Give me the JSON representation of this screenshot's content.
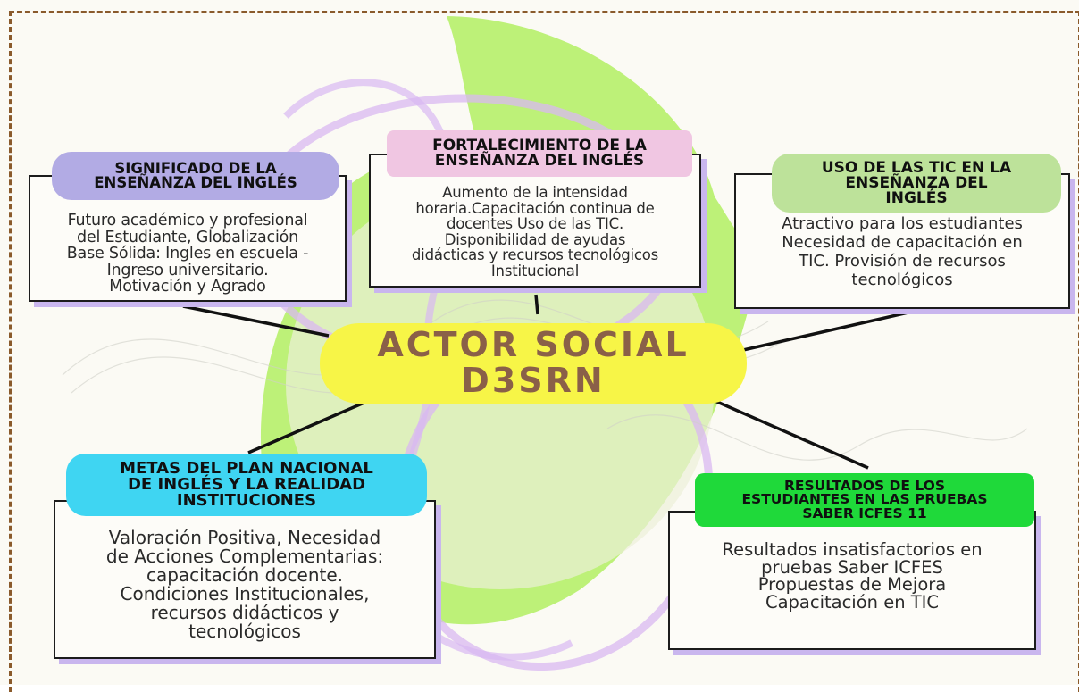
{
  "center": {
    "line1": "ACTOR SOCIAL",
    "line2": "D3SRN"
  },
  "nodes": {
    "significado": {
      "title": "SIGNIFICADO DE LA ENSEÑANZA DEL INGLÉS",
      "lines": [
        "Futuro académico y profesional",
        "del Estudiante, Globalización",
        "Base Sólida: Ingles en escuela -",
        "Ingreso universitario.",
        "Motivación y Agrado"
      ],
      "color": "#b2abe4"
    },
    "fortalecimiento": {
      "title_line1": "FORTALECIMIENTO DE LA",
      "title_line2": "ENSEÑANZA DEL INGLÉS",
      "lines": [
        "Aumento de la intensidad",
        "horaria.Capacitación continua de",
        "docentes Uso de las TIC.",
        "Disponibilidad de ayudas",
        "didácticas y recursos tecnológicos",
        "Institucional"
      ],
      "color": "#f0c6e2"
    },
    "tic": {
      "title_line1": "USO DE LAS TIC EN LA",
      "title_line2": "ENSEÑANZA DEL",
      "title_line3": "INGLÉS",
      "lines": [
        "Atractivo para los estudiantes",
        "Necesidad de capacitación en",
        "TIC. Provisión de recursos",
        "tecnológicos"
      ],
      "color": "#bde29a"
    },
    "metas": {
      "title_line1": "METAS DEL PLAN NACIONAL",
      "title_line2": "DE INGLÉS Y LA REALIDAD",
      "title_line3": "INSTITUCIONES",
      "lines": [
        "Valoración Positiva, Necesidad",
        "de Acciones Complementarias:",
        "capacitación docente.",
        "Condiciones Institucionales,",
        "recursos didácticos y",
        "tecnológicos"
      ],
      "color": "#3fd5f2"
    },
    "resultados": {
      "title_line1": "RESULTADOS DE LOS",
      "title_line2": "ESTUDIANTES EN LAS PRUEBAS",
      "title_line3": "SABER ICFES 11",
      "lines": [
        "Resultados insatisfactorios en",
        "pruebas Saber ICFES",
        "Propuestas de Mejora",
        "Capacitación en TIC"
      ],
      "color": "#1fd93a"
    }
  },
  "colors": {
    "frame": "#8a5a2b",
    "center_bg": "#f7f547",
    "center_text": "#8a6048",
    "swoosh": "#b6f06a",
    "ring": "#d9b8f2"
  }
}
